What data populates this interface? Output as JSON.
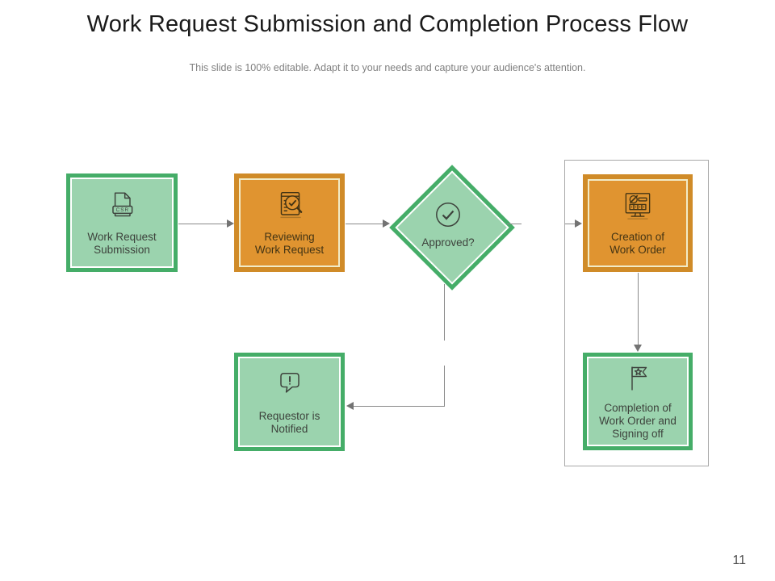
{
  "slide": {
    "title": "Work Request Submission and Completion Process Flow",
    "subtitle": "This slide is 100% editable. Adapt it to your needs and capture your audience's attention.",
    "page_number": "11"
  },
  "nodes": {
    "submission": {
      "lines": [
        "Work Request",
        "Submission"
      ],
      "icon": "file-csr-icon",
      "icon_text": "CSR"
    },
    "reviewing": {
      "lines": [
        "Reviewing",
        "Work Request"
      ],
      "icon": "review-magnifier-icon"
    },
    "approved": {
      "label": "Approved?",
      "icon": "check-circle-icon"
    },
    "creation": {
      "lines": [
        "Creation of",
        "Work Order"
      ],
      "icon": "monitor-work-order-icon"
    },
    "completion": {
      "lines": [
        "Completion of",
        "Work Order and",
        "Signing off"
      ],
      "icon": "flag-star-icon"
    },
    "notified": {
      "lines": [
        "Requestor is",
        "Notified"
      ],
      "icon": "notification-bubble-icon"
    }
  },
  "palette": {
    "green_border": "#45ad68",
    "green_fill": "#9bd3ae",
    "green_text": "#3d423c",
    "orange_border": "#d08b28",
    "orange_fill": "#e09430",
    "orange_ring": "#f2ebc6",
    "orange_text": "#433414",
    "white_ring": "#ffffff",
    "connector_color": "#8a8a8a",
    "arrow_color": "#737373",
    "group_border": "#a9a9a9",
    "title_color": "#1a1a1a",
    "subtitle_color": "#7f7f7f",
    "page_number_color": "#4d4d4d"
  }
}
